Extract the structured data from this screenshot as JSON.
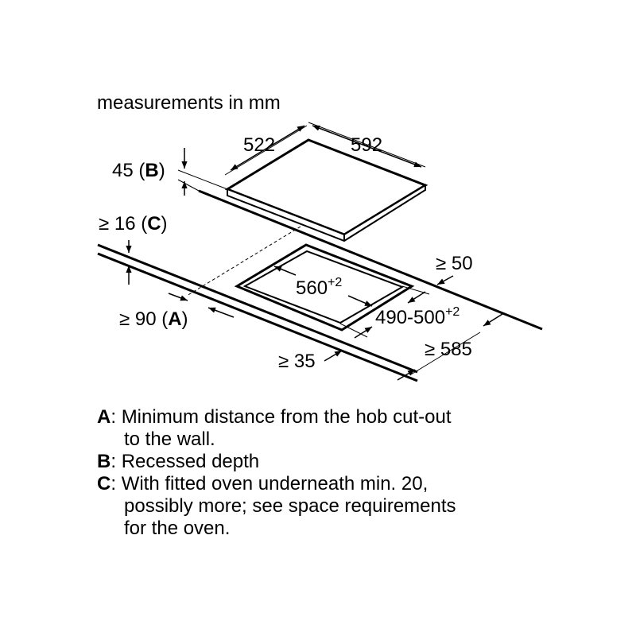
{
  "title": "measurements in mm",
  "dimensions": {
    "hob_depth": "522",
    "hob_width": "592",
    "recessed_depth": "45 (",
    "recessed_depth_key": "B",
    "recessed_depth_close": ")",
    "oven_gap": "≥ 16 (",
    "oven_gap_key": "C",
    "oven_gap_close": ")",
    "wall_distance": "≥ 90 (",
    "wall_distance_key": "A",
    "wall_distance_close": ")",
    "cutout_width": "560",
    "cutout_width_tol": "+2",
    "cutout_depth": "490-500",
    "cutout_depth_tol": "+2",
    "side_clearance": "≥ 50",
    "front_clearance": "≥ 35",
    "worktop_depth": "≥ 585"
  },
  "legend": [
    {
      "key": "A",
      "lines": [
        "Minimum distance from the hob cut-out",
        "to the wall."
      ]
    },
    {
      "key": "B",
      "lines": [
        "Recessed depth"
      ]
    },
    {
      "key": "C",
      "lines": [
        "With fitted oven underneath min. 20,",
        "possibly more; see space requirements",
        "for the oven."
      ]
    }
  ]
}
